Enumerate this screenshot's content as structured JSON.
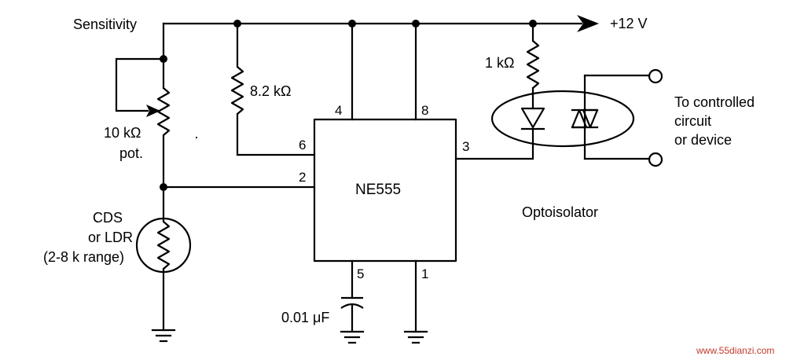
{
  "labels": {
    "sensitivity": "Sensitivity",
    "supply": "+12 V",
    "r_top": "1 kΩ",
    "r_timing": "8.2 kΩ",
    "pot_value": "10 kΩ",
    "pot_name": "pot.",
    "ldr_line1": "CDS",
    "ldr_line2": "or LDR",
    "ldr_line3": "(2-8 k range)",
    "capacitor": "0.01 μF",
    "ic_name": "NE555",
    "optoisolator": "Optoisolator",
    "output_line1": "To controlled",
    "output_line2": "circuit",
    "output_line3": "or device"
  },
  "pins": {
    "p4": "4",
    "p8": "8",
    "p6": "6",
    "p2": "2",
    "p3": "3",
    "p5": "5",
    "p1": "1"
  },
  "watermark": "www.55dianzi.com"
}
